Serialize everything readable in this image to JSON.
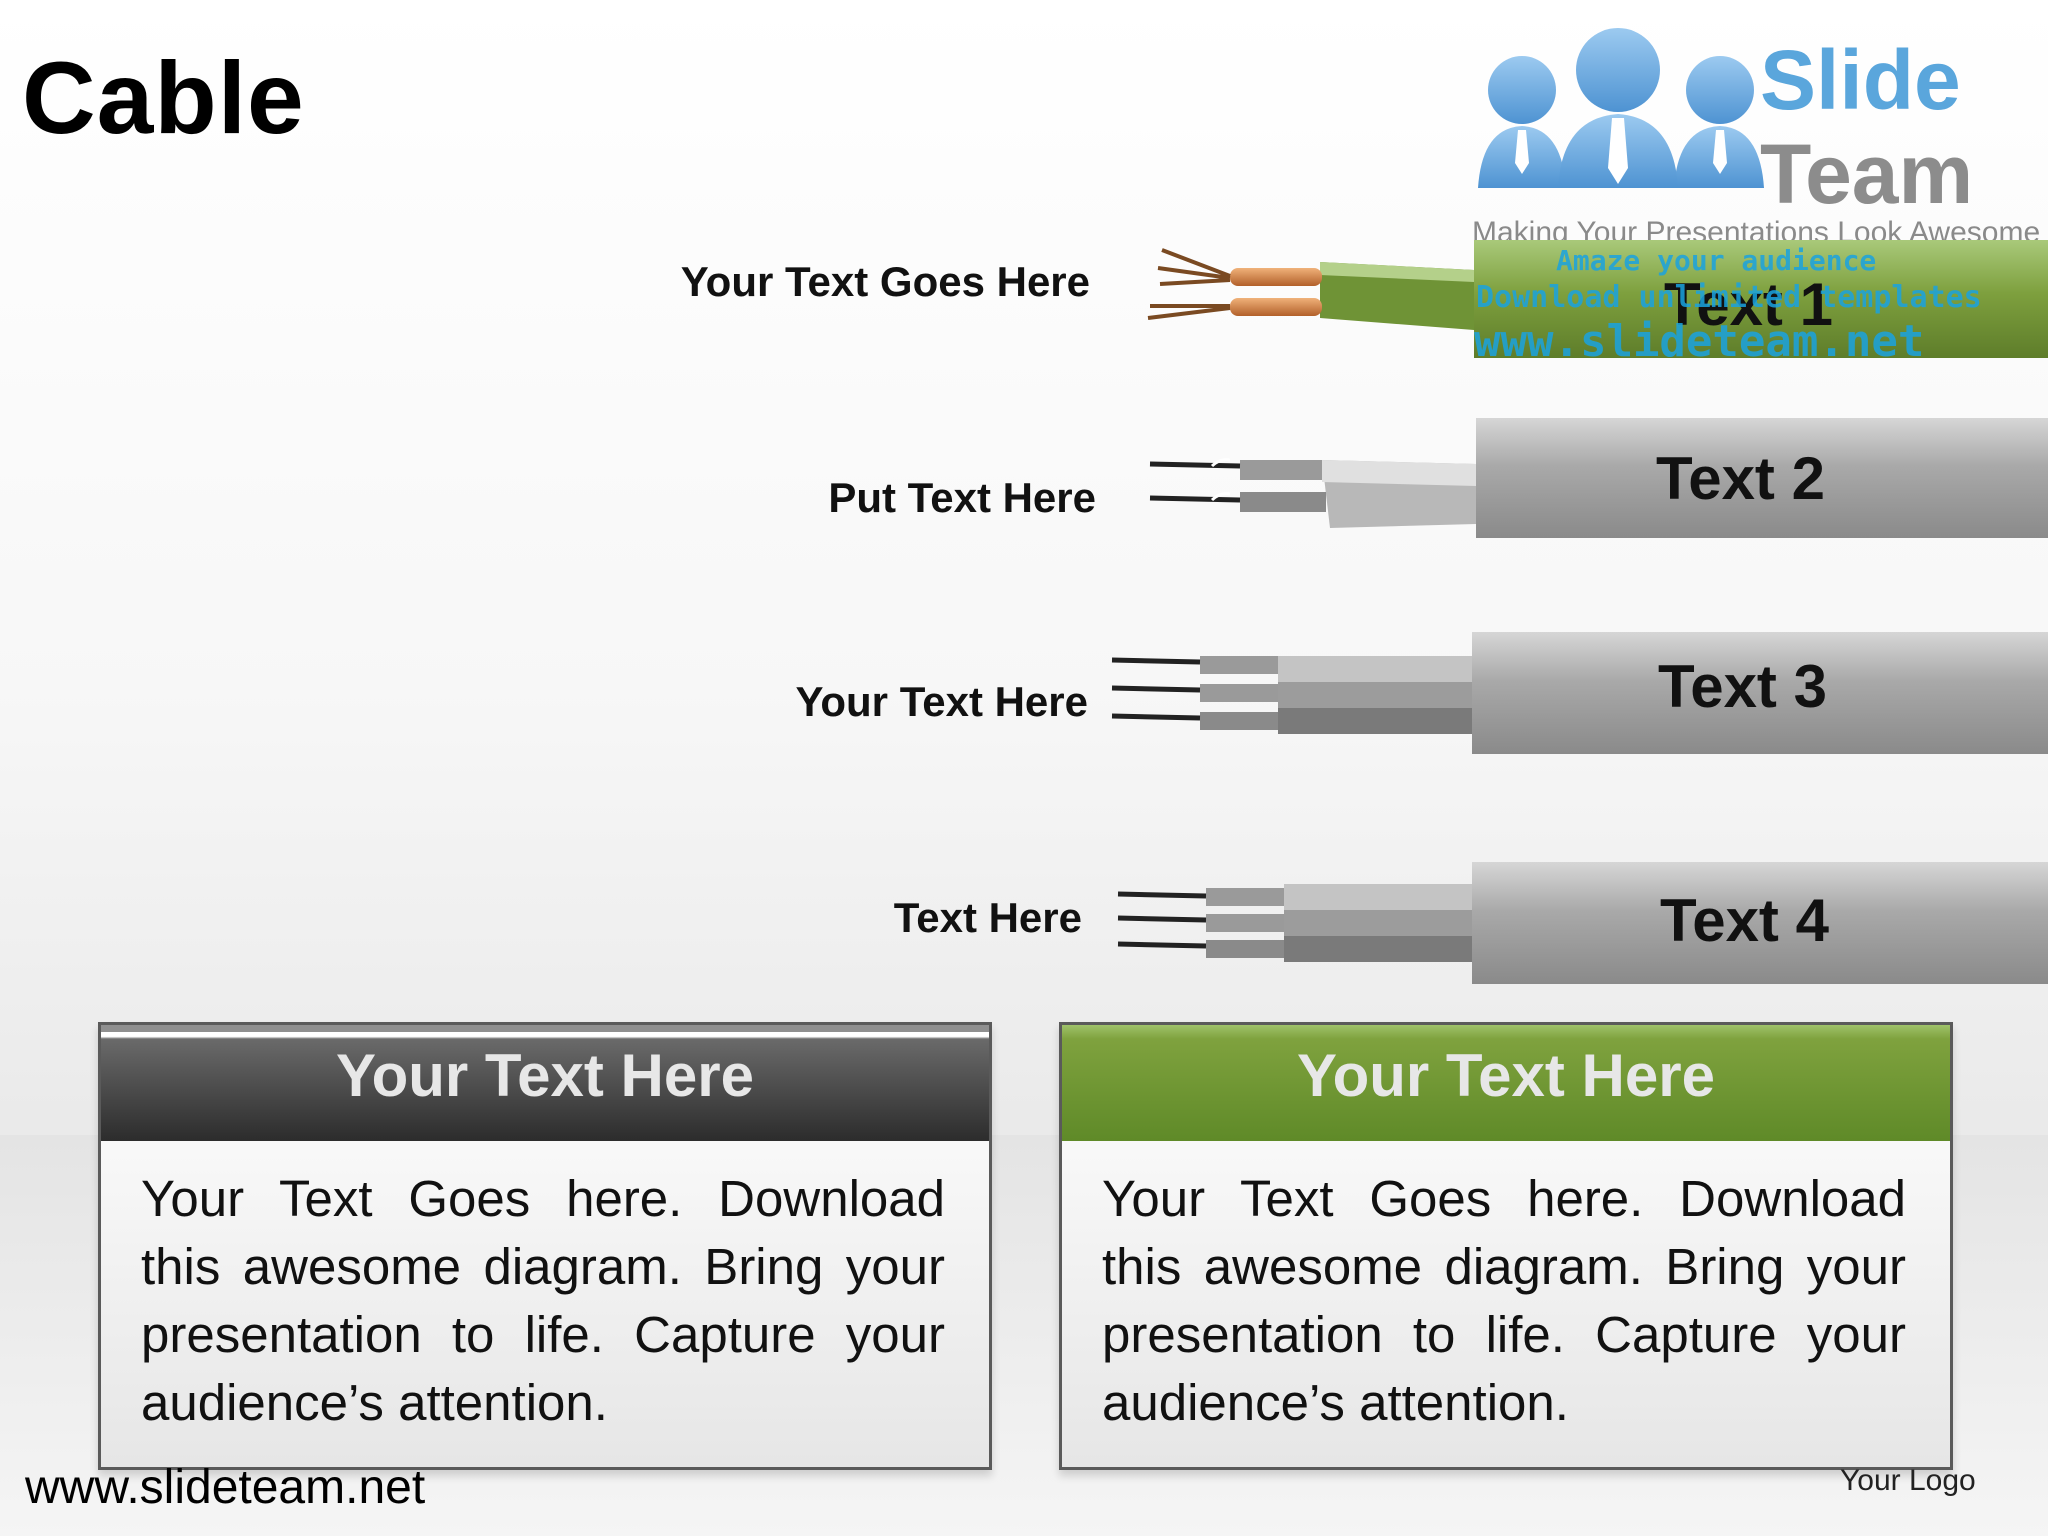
{
  "title": "Cable",
  "logo": {
    "line1": "Slide",
    "line2": "Team",
    "tagline": "Making Your Presentations Look Awesome"
  },
  "watermark": {
    "line1": "Amaze your audience",
    "line2": "Download unlimited templates",
    "line3": "www.slideteam.net"
  },
  "cables": [
    {
      "label": "Your Text Goes Here",
      "jacket_text": "Text 1",
      "color": "#7ea03e"
    },
    {
      "label": "Put Text Here",
      "jacket_text": "Text 2",
      "color": "#9a9a9a"
    },
    {
      "label": "Your Text Here",
      "jacket_text": "Text 3",
      "color": "#9a9a9a"
    },
    {
      "label": "Text Here",
      "jacket_text": "Text 4",
      "color": "#9a9a9a"
    }
  ],
  "boxes": [
    {
      "title": "Your Text Here",
      "body": "Your Text Goes here. Download this awesome diagram. Bring your presentation to life. Capture your audience’s attention.",
      "header_color": "#2c2c2c"
    },
    {
      "title": "Your Text Here",
      "body": "Your Text Goes here. Download this awesome diagram. Bring your presentation to life. Capture your audience’s attention.",
      "header_color": "#5f8a28"
    }
  ],
  "footer": {
    "url": "www.slideteam.net",
    "your_logo": "Your Logo"
  }
}
